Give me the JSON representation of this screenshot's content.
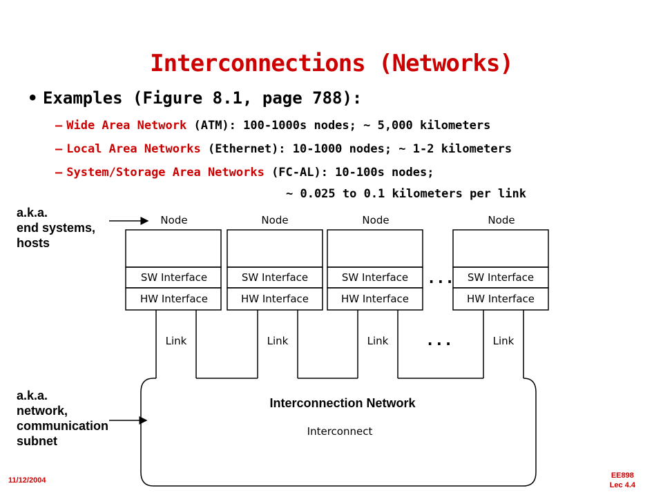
{
  "slide": {
    "title": "Interconnections (Networks)",
    "bullet": "Examples (Figure 8.1, page 788):",
    "items": [
      {
        "name": "Wide Area Network",
        "detail": " (ATM): 100-1000s nodes; ~ 5,000 kilometers"
      },
      {
        "name": "Local Area Networks",
        "detail": " (Ethernet): 10-1000 nodes; ~ 1-2 kilometers"
      },
      {
        "name": "System/Storage Area Networks",
        "detail": " (FC-AL): 10-100s nodes;"
      }
    ],
    "item3_continuation": "~ 0.025 to 0.1 kilometers per link",
    "aka_top": [
      "a.k.a.",
      "end systems,",
      "hosts"
    ],
    "aka_bottom": [
      "a.k.a.",
      "network,",
      "communication",
      "subnet"
    ],
    "footer_date": "11/12/2004",
    "footer_course": [
      "EE898",
      "Lec 4.4"
    ]
  },
  "diagram": {
    "node_label": "Node",
    "sw_label": "SW Interface",
    "hw_label": "HW Interface",
    "link_label": "Link",
    "ellipsis": "...",
    "network_label": "Interconnection Network",
    "interconnect_label": "Interconnect",
    "node_count": 4
  }
}
